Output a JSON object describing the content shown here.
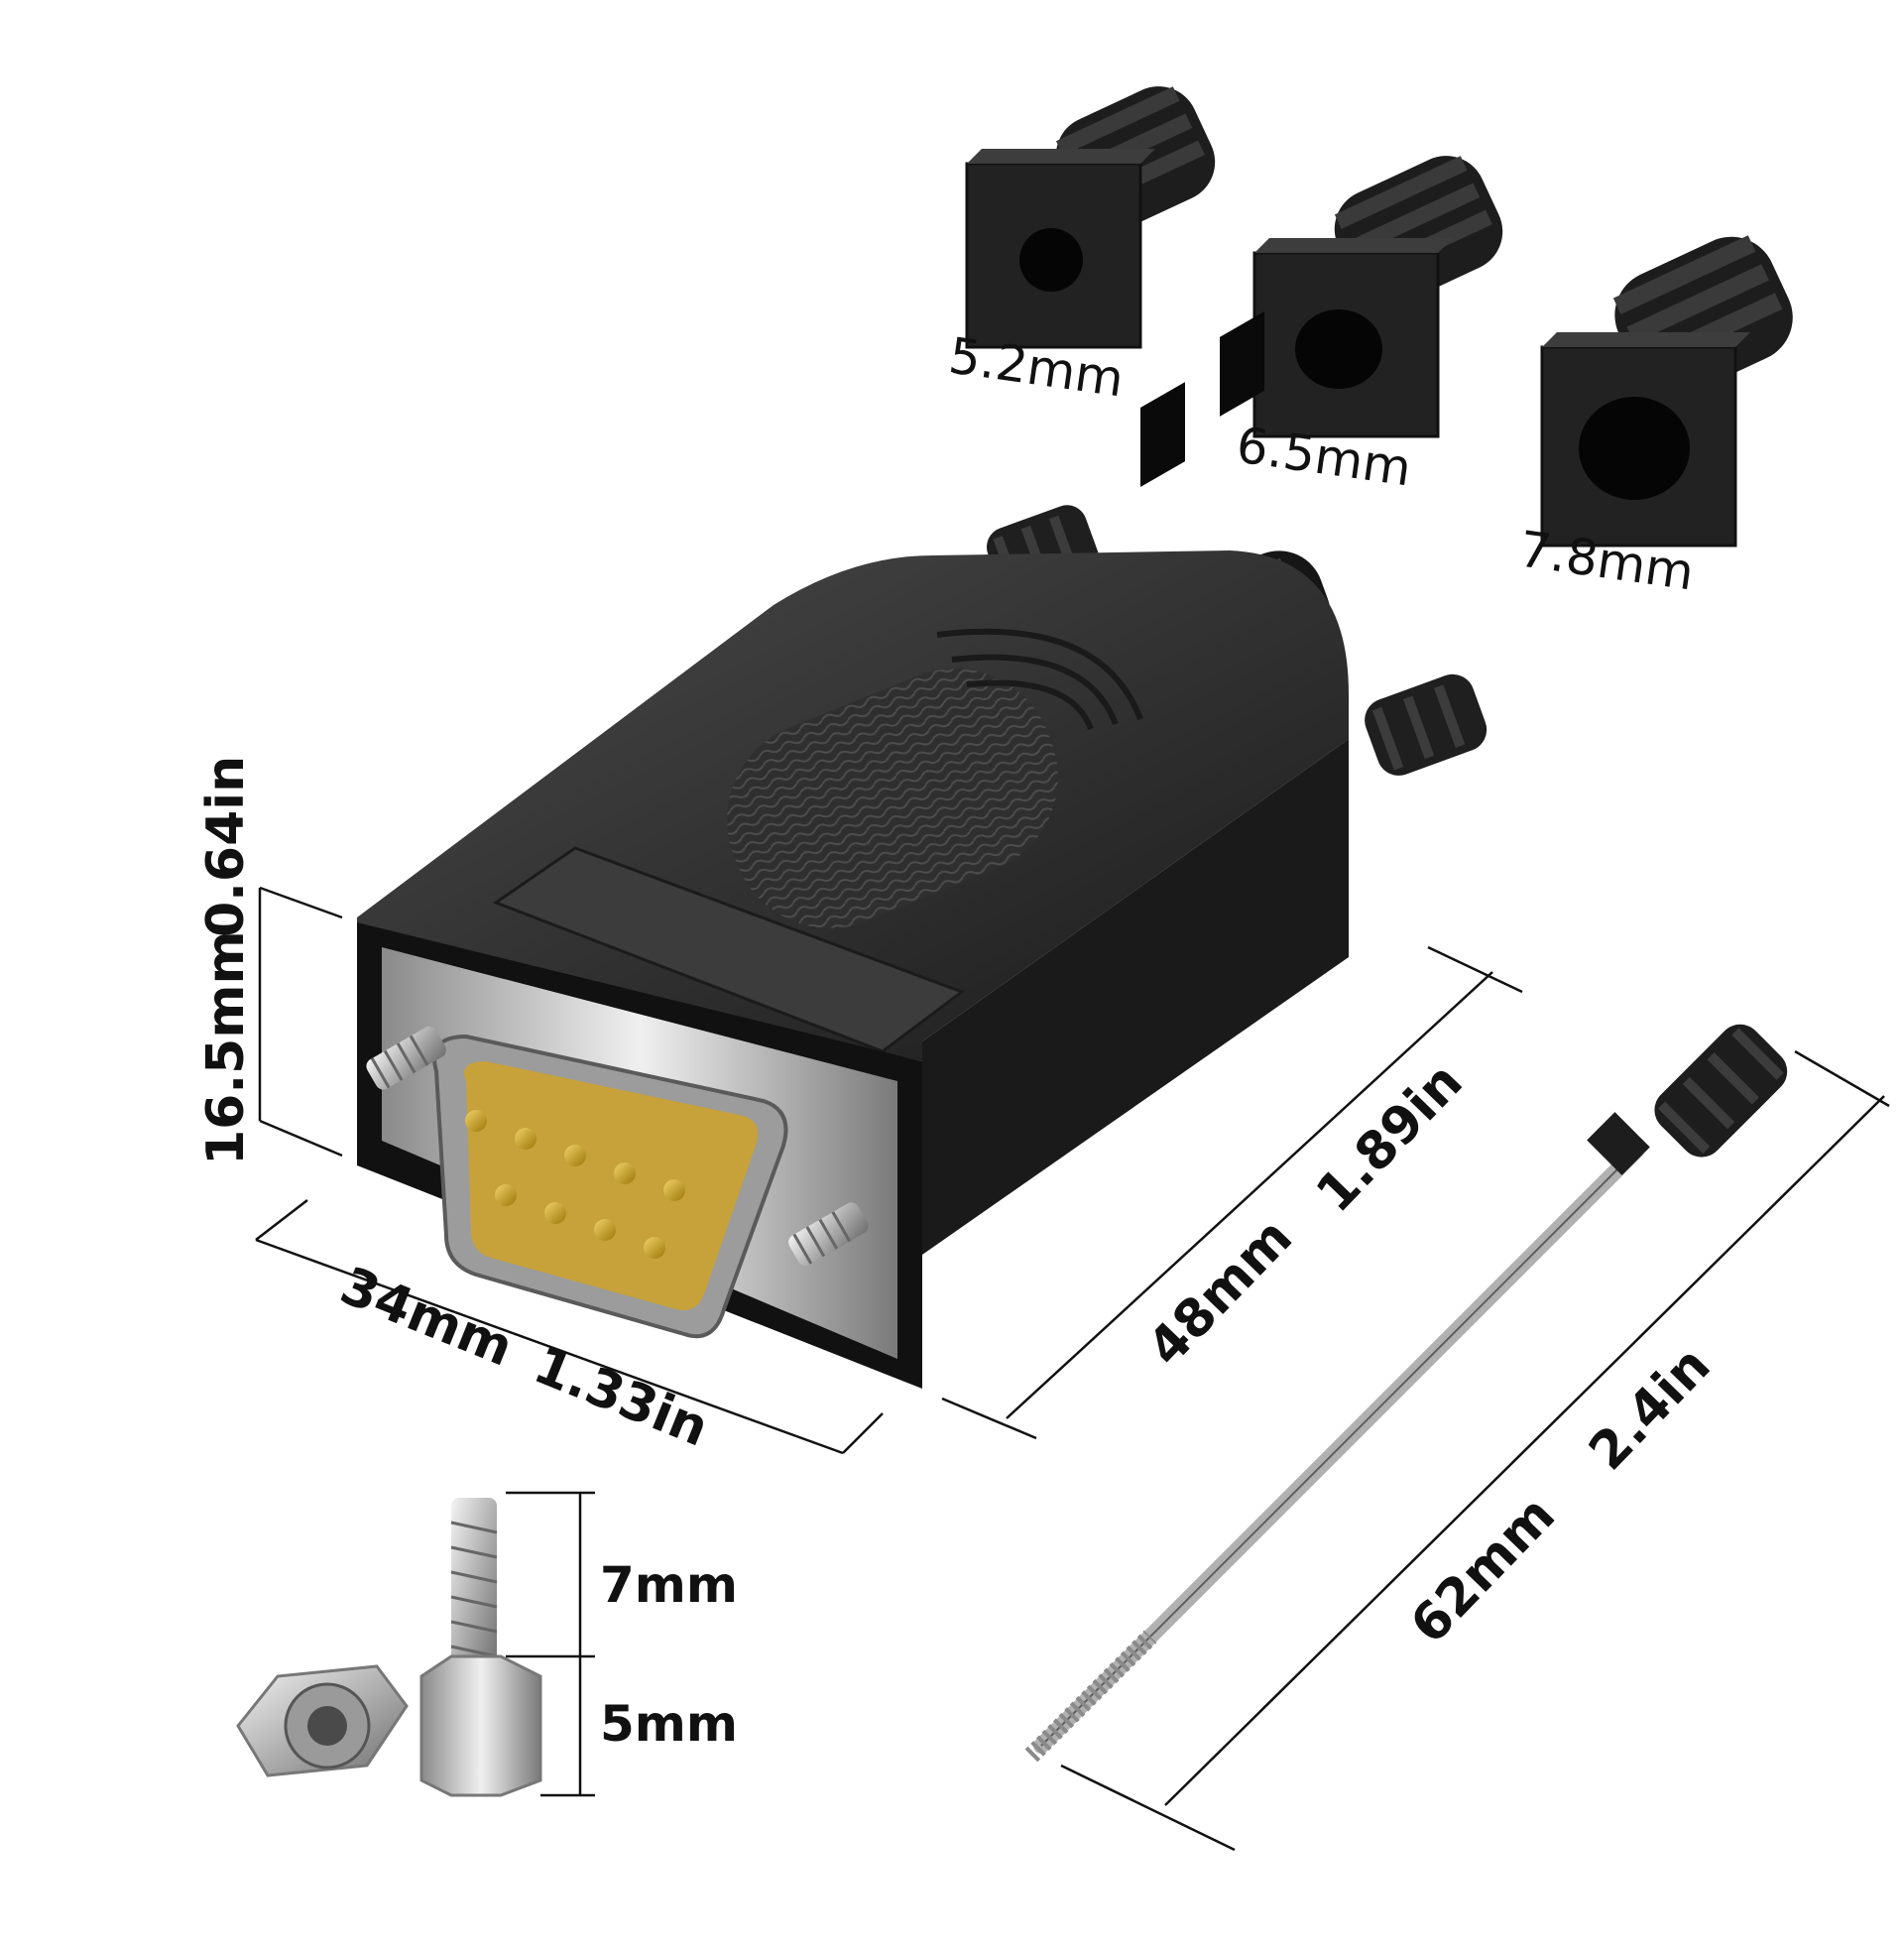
{
  "grommets": [
    {
      "label": "5.2mm"
    },
    {
      "label": "6.5mm"
    },
    {
      "label": "7.8mm"
    }
  ],
  "dimensions": {
    "height": {
      "mm": "16.5mm",
      "in": "0.64in"
    },
    "width": {
      "mm": "34mm",
      "in": "1.33in"
    },
    "length": {
      "mm": "48mm",
      "in": "1.89in"
    },
    "screw_length": {
      "mm": "62mm",
      "in": "2.4in"
    },
    "standoff_thread": {
      "mm": "7mm"
    },
    "standoff_body": {
      "mm": "5mm"
    }
  },
  "colors": {
    "housing": "#2b2b2b",
    "metal": "#c8c8c8",
    "pins": "#d4a514",
    "dimension_lines": "#111111"
  }
}
